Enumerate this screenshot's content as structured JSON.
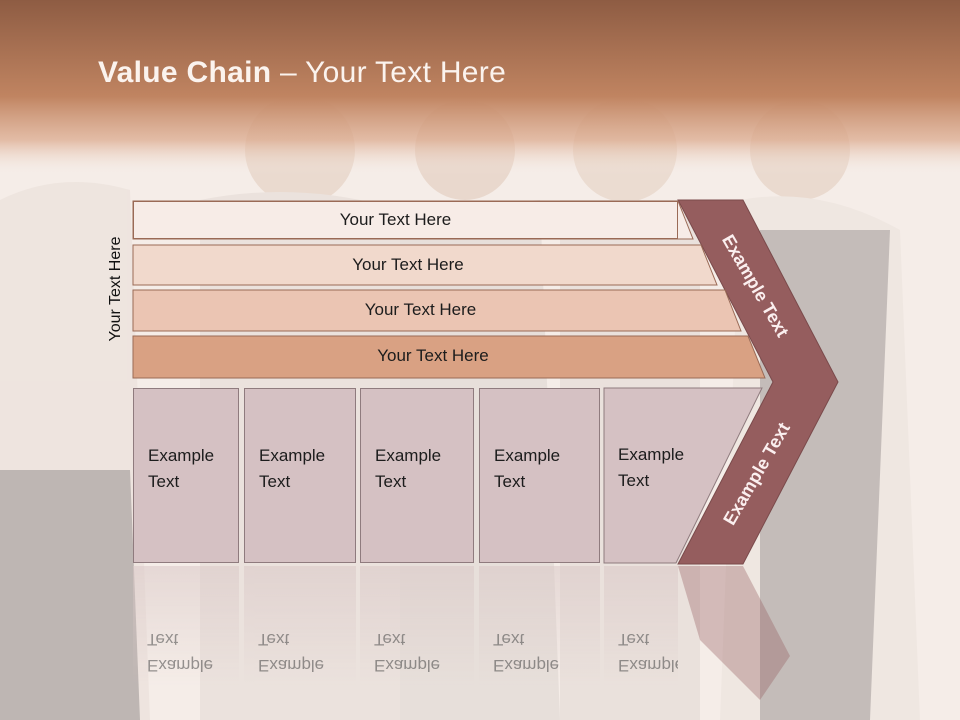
{
  "slide": {
    "title_bold": "Value Chain",
    "title_rest": " – Your Text Here",
    "vertical_label": "Your Text Here",
    "rows": [
      "Your Text Here",
      "Your Text Here",
      "Your Text Here",
      "Your Text Here"
    ],
    "boxes": [
      "Example\nText",
      "Example\nText",
      "Example\nText",
      "Example\nText",
      "Example\nText"
    ],
    "chevron_top": "Example Text",
    "chevron_bottom": "Example Text"
  },
  "colors": {
    "header": "#b8774f",
    "row1": "#f7ece7",
    "row2": "#f1d9cc",
    "row3": "#ebc5b3",
    "row4": "#d9a183",
    "box": "#d5c1c3",
    "chevron": "#955d5e"
  }
}
